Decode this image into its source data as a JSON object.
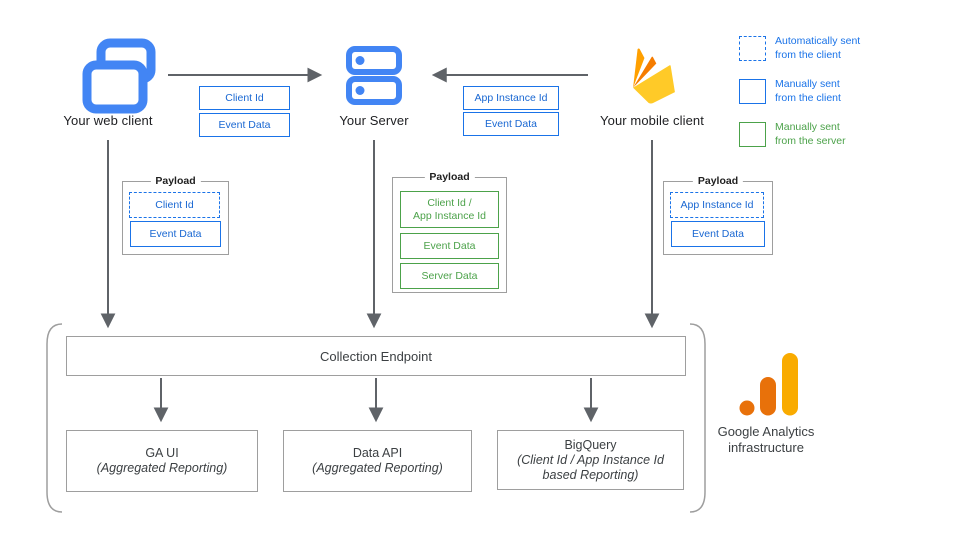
{
  "nodes": {
    "web_client": {
      "label": "Your web client",
      "icon": "overlapping-windows-icon"
    },
    "server": {
      "label": "Your Server",
      "icon": "server-stack-icon"
    },
    "mobile_client": {
      "label": "Your mobile client",
      "icon": "firebase-flame-icon"
    }
  },
  "edge_tags": {
    "web_to_server": [
      {
        "label": "Client Id"
      },
      {
        "label": "Event Data"
      }
    ],
    "mobile_to_server": [
      {
        "label": "App Instance Id"
      },
      {
        "label": "Event Data"
      }
    ]
  },
  "legend": [
    {
      "swatch": "dashed-blue",
      "label": "Automatically sent\nfrom the client"
    },
    {
      "swatch": "solid-blue",
      "label": "Manually sent\nfrom the client"
    },
    {
      "swatch": "solid-green",
      "label": "Manually sent\nfrom the server"
    }
  ],
  "payloads": [
    {
      "title": "Payload",
      "owner": "web-client",
      "items": [
        {
          "label": "Client Id",
          "style": "dashed-blue"
        },
        {
          "label": "Event Data",
          "style": "solid-blue"
        }
      ]
    },
    {
      "title": "Payload",
      "owner": "server",
      "items": [
        {
          "label": "Client Id /\nApp Instance Id",
          "style": "solid-green"
        },
        {
          "label": "Event Data",
          "style": "solid-green"
        },
        {
          "label": "Server Data",
          "style": "solid-green"
        }
      ]
    },
    {
      "title": "Payload",
      "owner": "mobile-client",
      "items": [
        {
          "label": "App Instance Id",
          "style": "dashed-blue"
        },
        {
          "label": "Event Data",
          "style": "solid-blue"
        }
      ]
    }
  ],
  "infrastructure": {
    "endpoint": "Collection Endpoint",
    "outputs": [
      {
        "title": "GA UI",
        "subtitle": "(Aggregated Reporting)"
      },
      {
        "title": "Data API",
        "subtitle": "(Aggregated Reporting)"
      },
      {
        "title": "BigQuery",
        "subtitle": "(Client Id / App Instance Id based Reporting)"
      }
    ],
    "brand": {
      "label": "Google Analytics\ninfrastructure",
      "icon": "google-analytics-bars-icon"
    }
  },
  "colors": {
    "blue_icon": "#4285F4",
    "blue_tag": "#1A73E8",
    "green_tag": "#4CA24A",
    "arrow_gray": "#5F6368",
    "box_gray": "#9E9E9E",
    "firebase_amber": "#FFA000",
    "firebase_orange": "#F57C00",
    "firebase_yellow": "#FFCA28",
    "ga_dark_orange": "#E8710A",
    "ga_amber": "#F9AB00"
  }
}
